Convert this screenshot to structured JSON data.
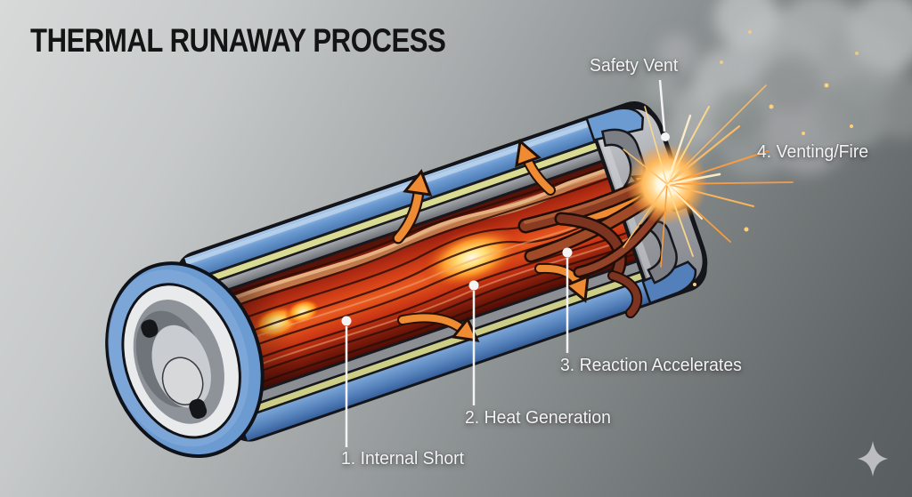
{
  "title": "THERMAL RUNAWAY PROCESS",
  "diagram": {
    "callouts": {
      "safety_vent": "Safety Vent",
      "step_1": "1. Internal Short",
      "step_2": "2. Heat Generation",
      "step_3": "3. Reaction Accelerates",
      "step_4": "4. Venting/Fire"
    },
    "icons": {
      "logo": "sparkle-icon"
    },
    "colors": {
      "background_top_left": "#d8dada",
      "background_bottom_right": "#585d5f",
      "casing_blue": "#6c9bd2",
      "separator_green": "#dadb92",
      "interior_hot_red": "#d84318",
      "hot_spot_core": "#fff7d8",
      "arrow_orange": "#ef8c33",
      "flame_brown": "#8a3c22",
      "spark_yellow": "#ffd98a",
      "smoke_gray": "#aaadae",
      "label_text": "#f4f4f4",
      "title_text": "#141414",
      "logo_gray": "#c5c8c9"
    }
  }
}
